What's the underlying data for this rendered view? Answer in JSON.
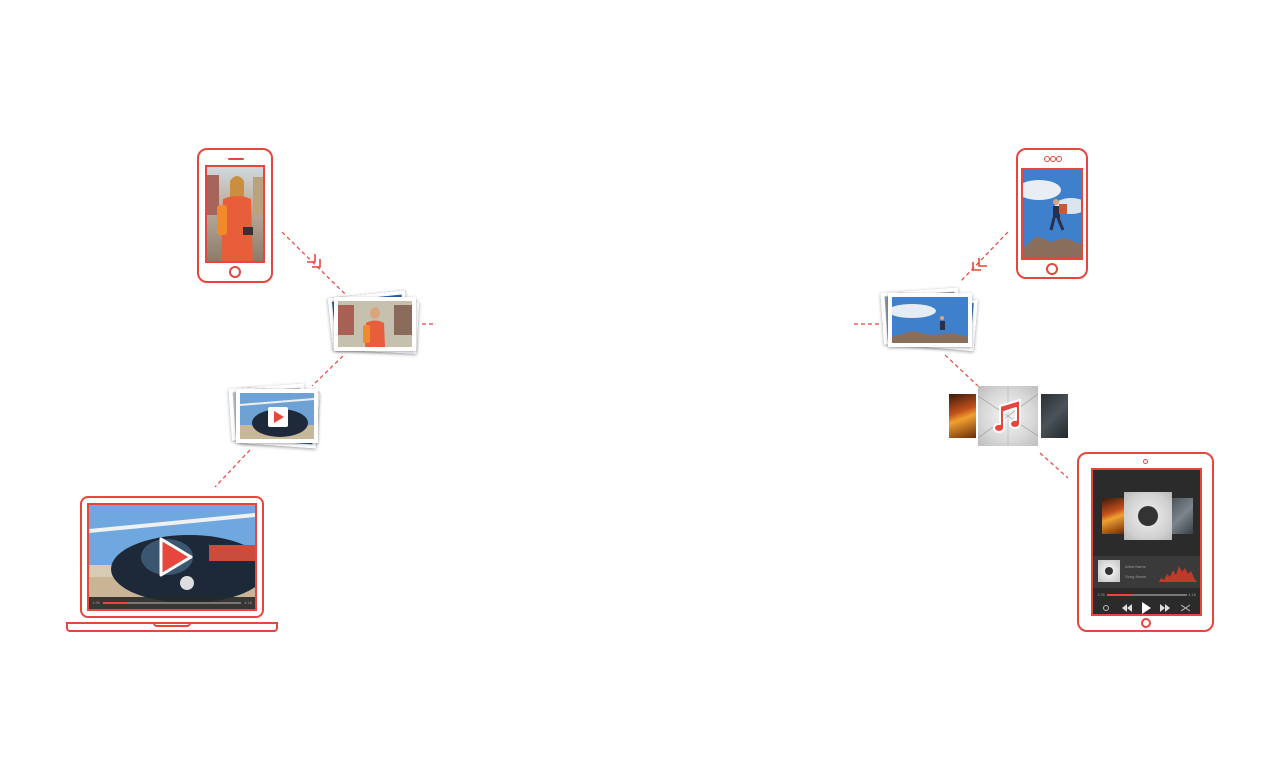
{
  "colors": {
    "accent": "#e8453c",
    "player_dark": "#2b2b2b",
    "sky": "#3f7fc9"
  },
  "icons": {
    "video": "play-triangle",
    "music": "music-note"
  },
  "tablet_player": {
    "artist": "Artist Name",
    "song": "Song Name",
    "time_left": "1:26",
    "time_right": "4:16"
  },
  "laptop_player": {
    "time_left": "1:26",
    "time_right": "4:16"
  }
}
